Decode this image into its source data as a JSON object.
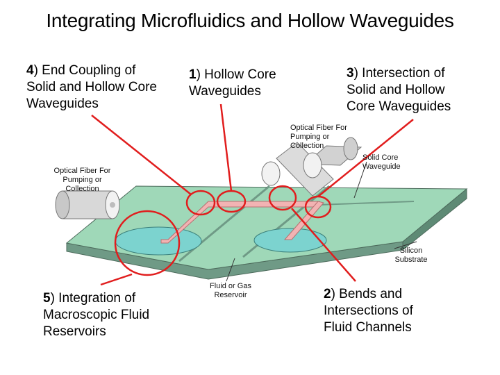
{
  "title": "Integrating Microfluidics and Hollow Waveguides",
  "callouts": {
    "c4": {
      "num": "4",
      "text": ") End Coupling of Solid and Hollow Core Waveguides"
    },
    "c1": {
      "num": "1",
      "text": ") Hollow Core Waveguides"
    },
    "c3": {
      "num": "3",
      "text": ") Intersection of Solid and Hollow Core Waveguides"
    },
    "c5": {
      "num": "5",
      "text": ") Integration of Macroscopic Fluid Reservoirs"
    },
    "c2": {
      "num": "2",
      "text": ") Bends and Intersections of Fluid Channels"
    }
  },
  "labels": {
    "fiber_top": "Optical Fiber For Pumping or Collection",
    "fiber_left": "Optical Fiber For Pumping or Collection",
    "solid_core": "Solid Core Waveguide",
    "silicon": "Silicon Substrate",
    "reservoir": "Fluid or Gas Reservoir"
  },
  "colors": {
    "substrate_top": "#9fd8b8",
    "substrate_side": "#6f9a86",
    "reservoir": "#7cd3cf",
    "highlight": "#e11d1d",
    "channel": "#f2b3b3"
  }
}
